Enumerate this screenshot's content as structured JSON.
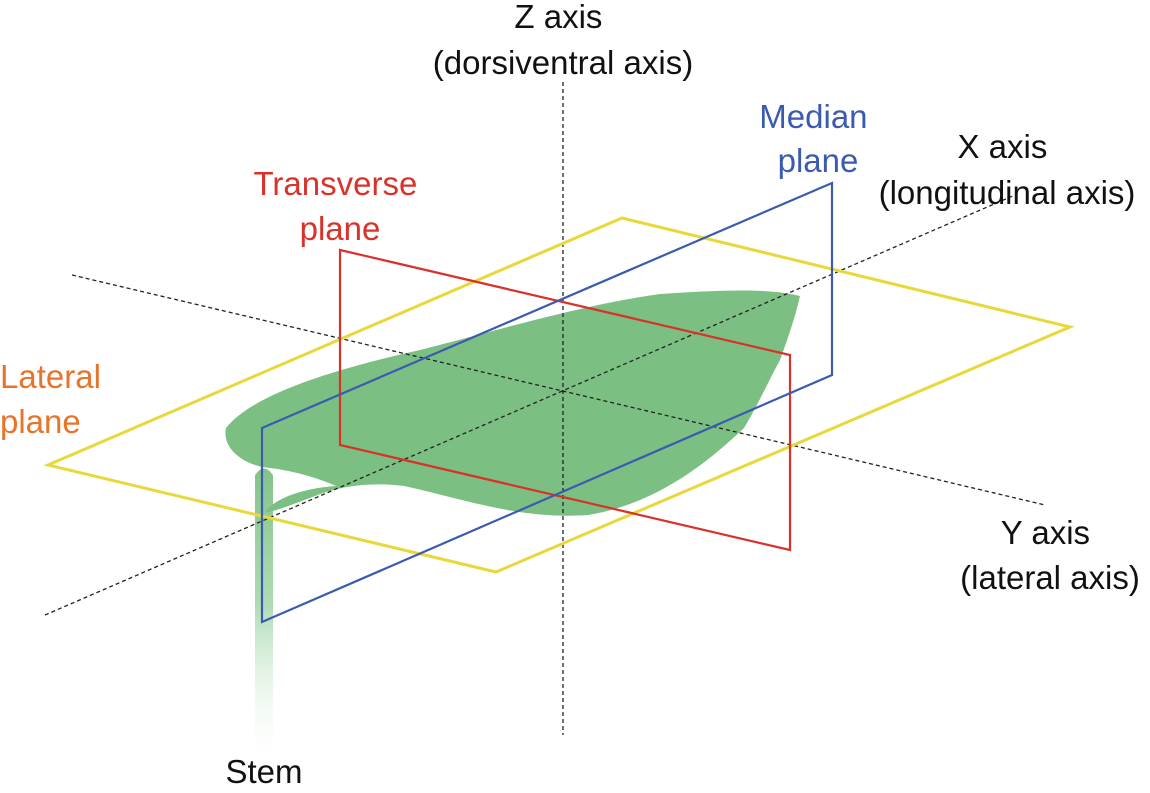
{
  "labels": {
    "z_axis": {
      "line1": "Z axis",
      "line2": "(dorsiventral axis)"
    },
    "x_axis": {
      "line1": "X axis",
      "line2": "(longitudinal axis)"
    },
    "y_axis": {
      "line1": "Y axis",
      "line2": "(lateral axis)"
    },
    "median_plane": {
      "line1": "Median",
      "line2": "plane"
    },
    "transverse_plane": {
      "line1": "Transverse",
      "line2": "plane"
    },
    "lateral_plane": {
      "line1": "Lateral",
      "line2": "plane"
    },
    "stem": "Stem"
  },
  "colors": {
    "median_plane": "#3a5bb0",
    "transverse_plane": "#d8322a",
    "lateral_plane": "#e8d83a",
    "lateral_label": "#e8732a",
    "leaf": "#7cbf82",
    "axis_line": "#222222",
    "text": "#111111"
  }
}
